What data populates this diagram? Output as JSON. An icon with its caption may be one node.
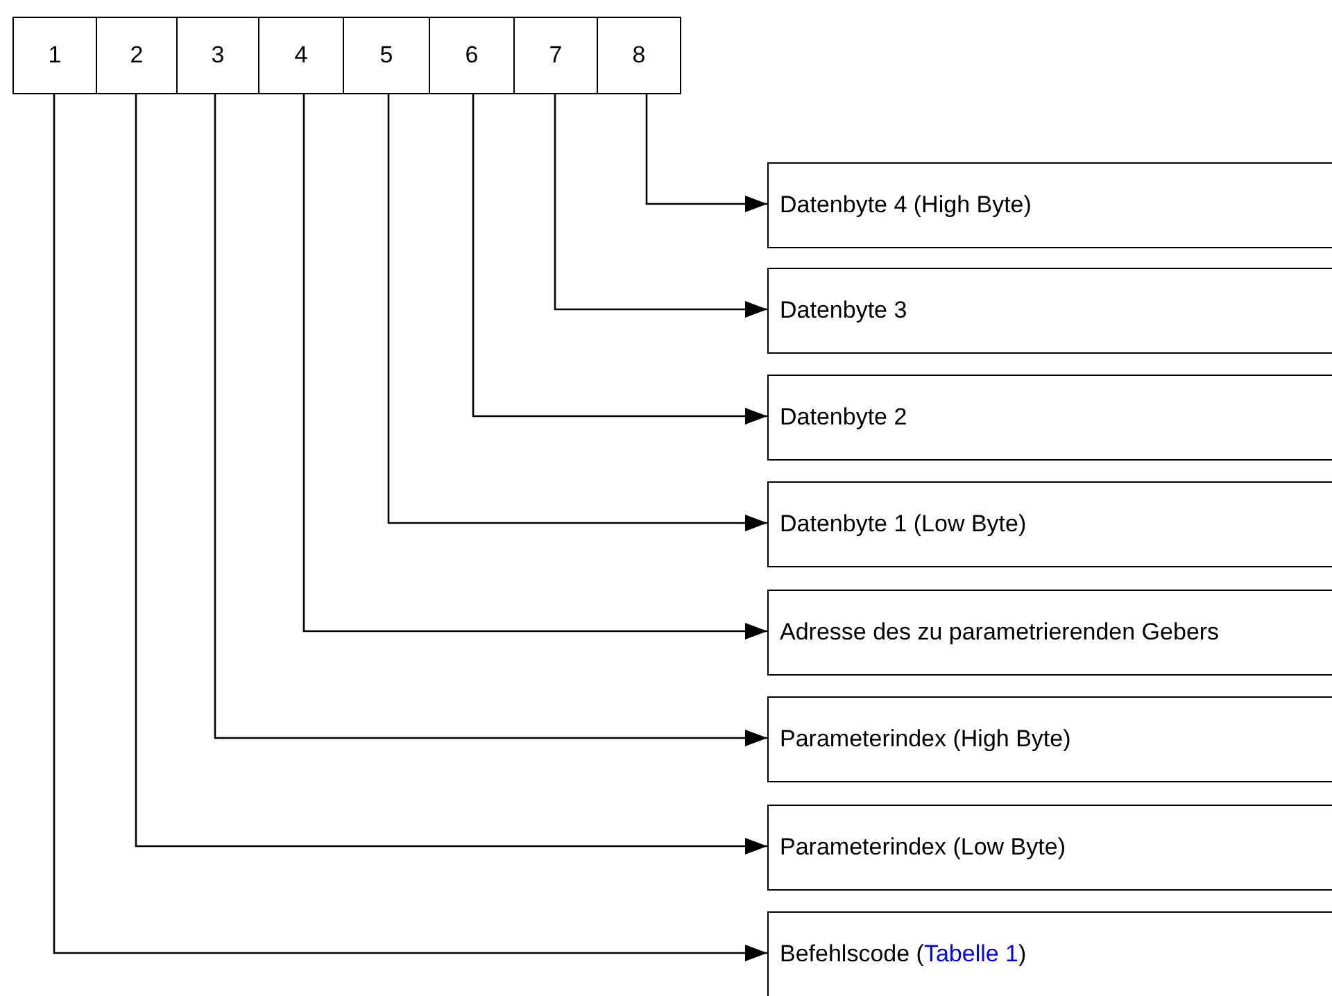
{
  "diagram": {
    "nodes": [
      {
        "text": [
          "1"
        ]
      },
      {
        "text": [
          "2"
        ]
      },
      {
        "text": [
          "3"
        ]
      },
      {
        "text": [
          "4"
        ]
      },
      {
        "text": [
          "5"
        ]
      },
      {
        "text": [
          "6"
        ]
      },
      {
        "text": [
          "7"
        ]
      },
      {
        "text": [
          "8"
        ]
      },
      {
        "text": [
          "Datenbyte 4 (High Byte)"
        ]
      },
      {
        "text": [
          "Datenbyte 3"
        ]
      },
      {
        "text": [
          "Datenbyte 2"
        ]
      },
      {
        "text": [
          "Datenbyte 1 (Low Byte)"
        ]
      },
      {
        "text": [
          "Adresse des zu parametrierenden Gebers"
        ]
      },
      {
        "text": [
          "Parameterindex (High Byte)"
        ]
      },
      {
        "text": [
          "Parameterindex (Low Byte)"
        ]
      },
      {
        "text": [
          "Befehlscode (Tabelle 1)"
        ]
      }
    ],
    "edges": [
      {
        "from": 7,
        "to": 8,
        "arrow": "to"
      },
      {
        "from": 6,
        "to": 9,
        "arrow": "to"
      },
      {
        "from": 5,
        "to": 10,
        "arrow": "to"
      },
      {
        "from": 4,
        "to": 11,
        "arrow": "to"
      },
      {
        "from": 3,
        "to": 12,
        "arrow": "to"
      },
      {
        "from": 2,
        "to": 13,
        "arrow": "to"
      },
      {
        "from": 1,
        "to": 14,
        "arrow": "to"
      },
      {
        "from": 0,
        "to": 15,
        "arrow": "to"
      }
    ]
  }
}
